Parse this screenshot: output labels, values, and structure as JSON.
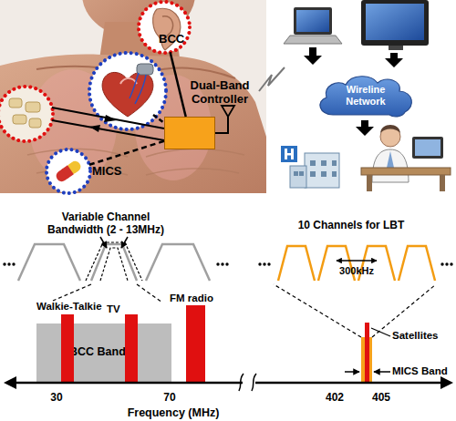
{
  "diagram": {
    "nodes": [
      {
        "text": [
          "BCC"
        ]
      },
      {
        "text": [
          "Dual-Band Controller"
        ]
      },
      {
        "text": [
          "Wireline Network"
        ]
      },
      {
        "text": [
          "MICS"
        ]
      },
      {
        "text": [
          "BCC Band"
        ]
      }
    ],
    "edges": [
      {
        "from": 0,
        "to": 1,
        "arrow": "none"
      },
      {
        "from": 3,
        "to": 1,
        "arrow": "none"
      }
    ],
    "labels": [
      "Variable Channel Bandwidth (2 - 13MHz)",
      "10 Channels for LBT",
      "300kHz",
      "Walkie-Talkie",
      "TV",
      "FM radio",
      "Satellites",
      "MICS Band",
      "30",
      "70",
      "402",
      "405",
      "Frequency (MHz)"
    ]
  }
}
